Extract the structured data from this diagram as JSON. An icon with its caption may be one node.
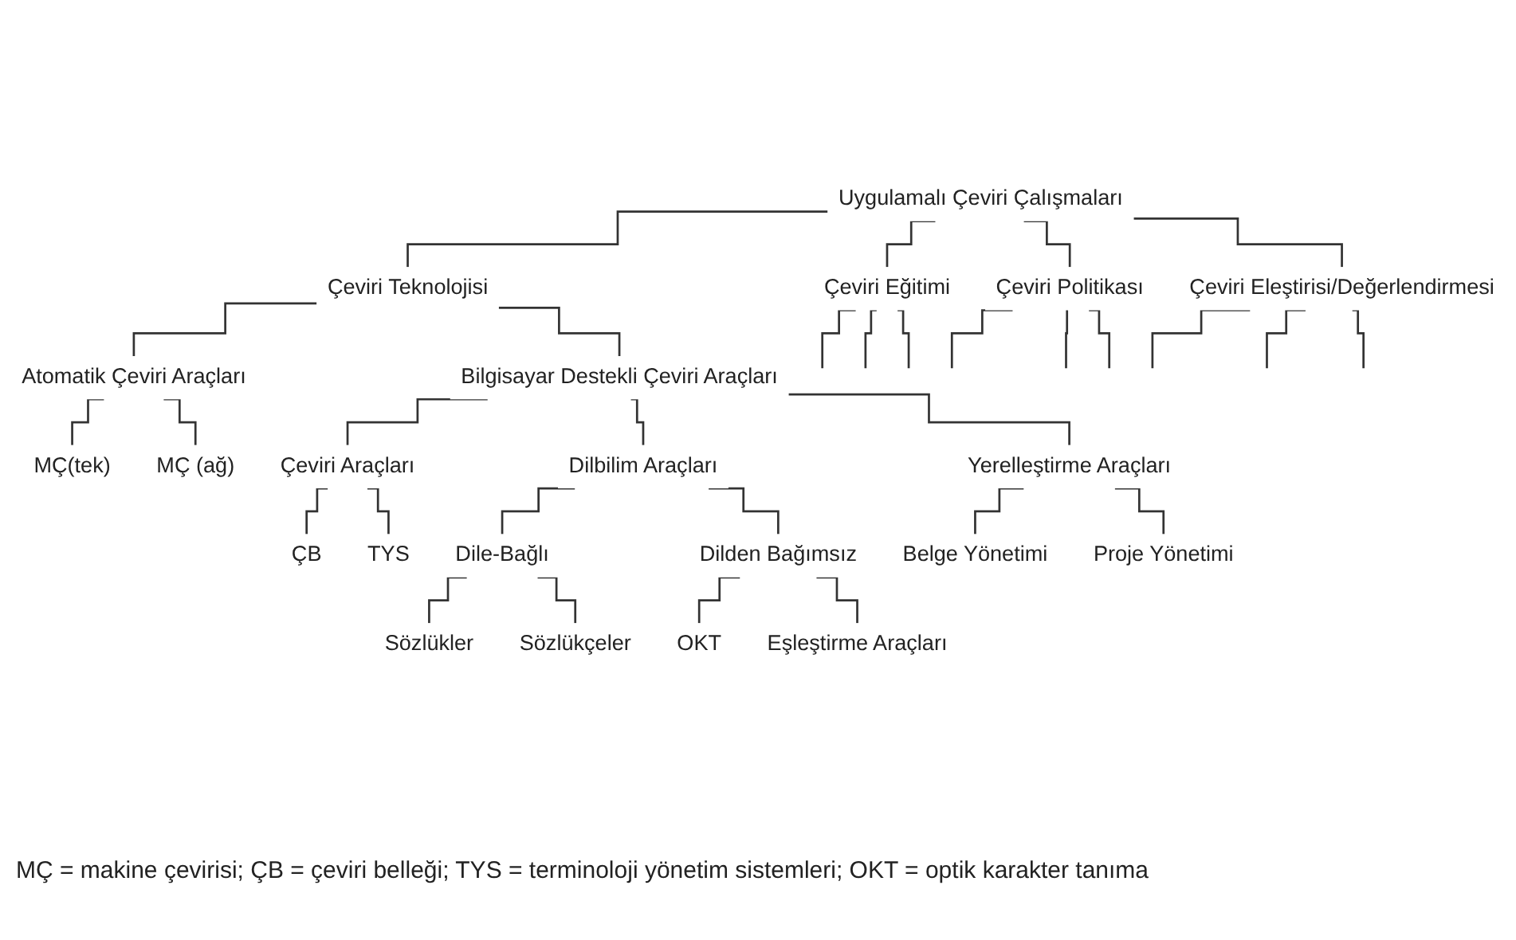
{
  "diagram": {
    "caption": "MÇ = makine çevirisi; ÇB = çeviri belleği; TYS = terminoloji yönetim sistemleri; OKT = optik karakter tanıma",
    "nodes": [
      {
        "text": [
          "Uygulamalı Çeviri Çalışmaları"
        ]
      },
      {
        "text": [
          "Çeviri Eğitimi"
        ]
      },
      {
        "text": [
          "Çeviri Teknolojisi"
        ]
      },
      {
        "text": [
          "Çeviri Politikası"
        ]
      },
      {
        "text": [
          "Çeviri Eleştirisi/Değerlendirmesi"
        ]
      },
      {
        "text": [
          "Atomatik Çeviri Araçları"
        ]
      },
      {
        "text": [
          "Bilgisayar Destekli Çeviri Araçları"
        ]
      },
      {
        "text": [
          "MÇ(tek)"
        ]
      },
      {
        "text": [
          "MÇ (ağ)"
        ]
      },
      {
        "text": [
          "Çeviri Araçları"
        ]
      },
      {
        "text": [
          "Dilbilim Araçları"
        ]
      },
      {
        "text": [
          "Yerelleştirme Araçları"
        ]
      },
      {
        "text": [
          "ÇB"
        ]
      },
      {
        "text": [
          "TYS"
        ]
      },
      {
        "text": [
          "Dile-Bağlı"
        ]
      },
      {
        "text": [
          "Dilden Bağımsız"
        ]
      },
      {
        "text": [
          "Belge Yönetimi"
        ]
      },
      {
        "text": [
          "Proje Yönetimi"
        ]
      },
      {
        "text": [
          "Sözlükler"
        ]
      },
      {
        "text": [
          "Sözlükçeler"
        ]
      },
      {
        "text": [
          "OKT"
        ]
      },
      {
        "text": [
          "Eşleştirme Araçları"
        ]
      }
    ],
    "edges": [
      {
        "from": 0,
        "to": 1,
        "arrow": "none"
      },
      {
        "from": 0,
        "to": 2,
        "arrow": "none"
      },
      {
        "from": 0,
        "to": 3,
        "arrow": "none"
      },
      {
        "from": 0,
        "to": 4,
        "arrow": "none"
      },
      {
        "from": 1,
        "to": null,
        "arrow": "none"
      },
      {
        "from": 1,
        "to": null,
        "arrow": "none"
      },
      {
        "from": 1,
        "to": null,
        "arrow": "none"
      },
      {
        "from": 2,
        "to": 5,
        "arrow": "none"
      },
      {
        "from": 2,
        "to": 6,
        "arrow": "none"
      },
      {
        "from": 3,
        "to": null,
        "arrow": "none"
      },
      {
        "from": 3,
        "to": null,
        "arrow": "none"
      },
      {
        "from": 3,
        "to": null,
        "arrow": "none"
      },
      {
        "from": 4,
        "to": null,
        "arrow": "none"
      },
      {
        "from": 4,
        "to": null,
        "arrow": "none"
      },
      {
        "from": 4,
        "to": null,
        "arrow": "none"
      },
      {
        "from": 5,
        "to": 7,
        "arrow": "none"
      },
      {
        "from": 5,
        "to": 8,
        "arrow": "none"
      },
      {
        "from": 6,
        "to": 9,
        "arrow": "none"
      },
      {
        "from": 6,
        "to": 10,
        "arrow": "none"
      },
      {
        "from": 6,
        "to": 11,
        "arrow": "none"
      },
      {
        "from": 9,
        "to": 12,
        "arrow": "none"
      },
      {
        "from": 9,
        "to": 13,
        "arrow": "none"
      },
      {
        "from": 10,
        "to": 14,
        "arrow": "none"
      },
      {
        "from": 10,
        "to": 15,
        "arrow": "none"
      },
      {
        "from": 11,
        "to": 16,
        "arrow": "none"
      },
      {
        "from": 11,
        "to": 17,
        "arrow": "none"
      },
      {
        "from": 14,
        "to": 18,
        "arrow": "none"
      },
      {
        "from": 14,
        "to": 19,
        "arrow": "none"
      },
      {
        "from": 15,
        "to": 20,
        "arrow": "none"
      },
      {
        "from": 15,
        "to": 21,
        "arrow": "none"
      }
    ]
  }
}
